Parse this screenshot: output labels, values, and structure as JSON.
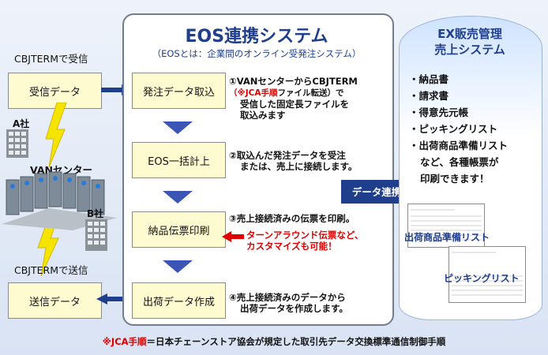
{
  "left": {
    "receive_caption": "CBJTERMで受信",
    "receive_box": "受信データ",
    "company_a": "A社",
    "van_center": "VANセンター",
    "company_b": "B社",
    "send_caption": "CBJTERMで送信",
    "send_box": "送信データ"
  },
  "main": {
    "title": "EOS連携システム",
    "subtitle": "（EOSとは：企業間のオンライン受発注システム）",
    "steps": [
      {
        "box": "発注データ取込",
        "num": "①",
        "line1": "VANセンターからCBJTERM",
        "line2_red": "（※JCA手順",
        "line2_rest": "ファイル転送）で",
        "line3": "受信した固定長ファイルを",
        "line4": "取込みます"
      },
      {
        "box": "EOS一括計上",
        "num": "②",
        "line1": "取込んだ発注データを受注",
        "line2": "または、売上に接続します。"
      },
      {
        "box": "納品伝票印刷",
        "num": "③",
        "line1": "売上接続済みの伝票を印刷。",
        "note1": "ターンアラウンド伝票など、",
        "note2": "カスタマイズも可能！"
      },
      {
        "box": "出荷データ作成",
        "num": "④",
        "line1": "売上接続済みのデータから",
        "line2": "出荷データを作成します。"
      }
    ]
  },
  "link_label": "データ連携",
  "right": {
    "title1": "EX販売管理",
    "title2": "売上システム",
    "items": [
      "・納品書",
      "・請求書",
      "・得意先元帳",
      "・ピッキングリスト",
      "・出荷商品準備リスト"
    ],
    "tail1": "など、各種帳票が",
    "tail2": "印刷できます！",
    "doc1": "出荷商品準備リスト",
    "doc2": "ピッキングリスト"
  },
  "footnote_red": "※JCA手順",
  "footnote_rest": "＝日本チェーンストア協会が規定した取引先データ交換標準通信制御手順"
}
